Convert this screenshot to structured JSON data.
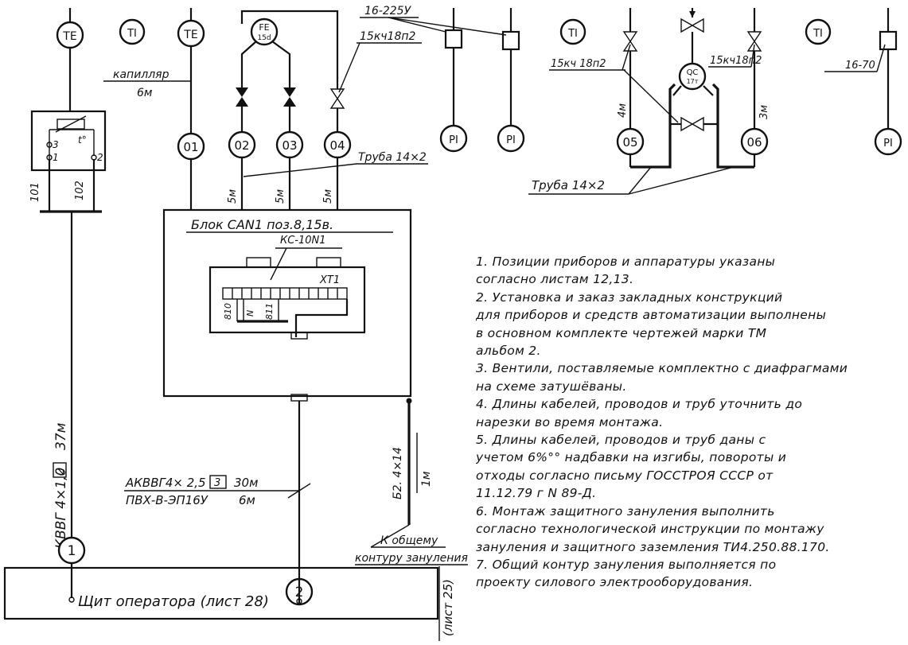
{
  "instruments": {
    "te_left": "TE",
    "ti_1": "TI",
    "te_2": "TE",
    "fe": "FE",
    "fe_pos": "15d",
    "ti_2": "TI",
    "ti_3": "TI",
    "qc": "QC",
    "qc_pos": "17т",
    "pi_1": "PI",
    "pi_2": "PI",
    "pi_3": "PI"
  },
  "lines": {
    "l01": "01",
    "l02": "02",
    "l03": "03",
    "l04": "04",
    "l05": "05",
    "l06": "06",
    "c1": "1",
    "c2": "2"
  },
  "labels": {
    "capillary": "капилляр",
    "capillary_len": "6м",
    "cable_1622": "16-225У",
    "valve_15kch_a": "15кч18п2",
    "valve_15kch_b": "15кч 18п2",
    "valve_15kch_c": "15кч18п2",
    "tube_top": "Труба 14×2",
    "tube_bottom": "Труба 14×2",
    "cable_1670": "16-70",
    "len_5m_1": "5м",
    "len_5m_2": "5м",
    "len_5m_3": "5м",
    "len_4m": "4м",
    "len_3m": "3м",
    "wire_101": "101",
    "wire_102": "102",
    "wire_810": "810",
    "wire_811": "811",
    "wire_n": "N",
    "term_3": "3",
    "term_1": "1",
    "term_2": "2",
    "term_t": "t°",
    "block_title": "Блок САN1 поз.8,15в.",
    "ks_label": "КС-10N1",
    "xt1": "XТ1",
    "cable_kvvg": "КВВГ 4×1,0",
    "cable_kvvg_num": "2",
    "cable_kvvg_len": "37м",
    "cable_akvvg": "АКВВГ4× 2,5",
    "cable_akvvg_num": "3",
    "cable_akvvg_len": "30м",
    "cable_pvx": "ПВХ-В-ЭП16У",
    "cable_pvx_len": "6м",
    "ground_wire": "Б2. 4×14",
    "ground_len": "1м",
    "ground_caption_1": "К общему",
    "ground_caption_2": "контуру зануления",
    "panel": "Щит оператора (лист 28)",
    "sheet_ref": "(лист 25)"
  },
  "notes": [
    "1. Позиции приборов и аппаратуры указаны",
    "   согласно листам 12,13.",
    "2. Установка и заказ закладных конструкций",
    "   для приборов и средств автоматизации выполнены",
    "   в основном комплекте чертежей марки ТМ",
    "   альбом 2.",
    "3. Вентили, поставляемые комплектно с диафрагмами",
    "   на схеме затушёваны.",
    "4. Длины кабелей, проводов и труб уточнить до",
    "   нарезки во время монтажа.",
    "5. Длины кабелей, проводов и труб даны с",
    "   учетом 6%°° надбавки на изгибы, повороты и",
    "   отходы согласно письму ГОССТРОЯ СССР от",
    "   11.12.79 г N 89-Д.",
    "6. Монтаж защитного зануления выполнить",
    "   согласно технологической инструкции по монтажу",
    "   зануления и защитного заземления ТИ4.250.88.170.",
    "7. Общий контур зануления выполняется по",
    "   проекту силового электрооборудования."
  ]
}
